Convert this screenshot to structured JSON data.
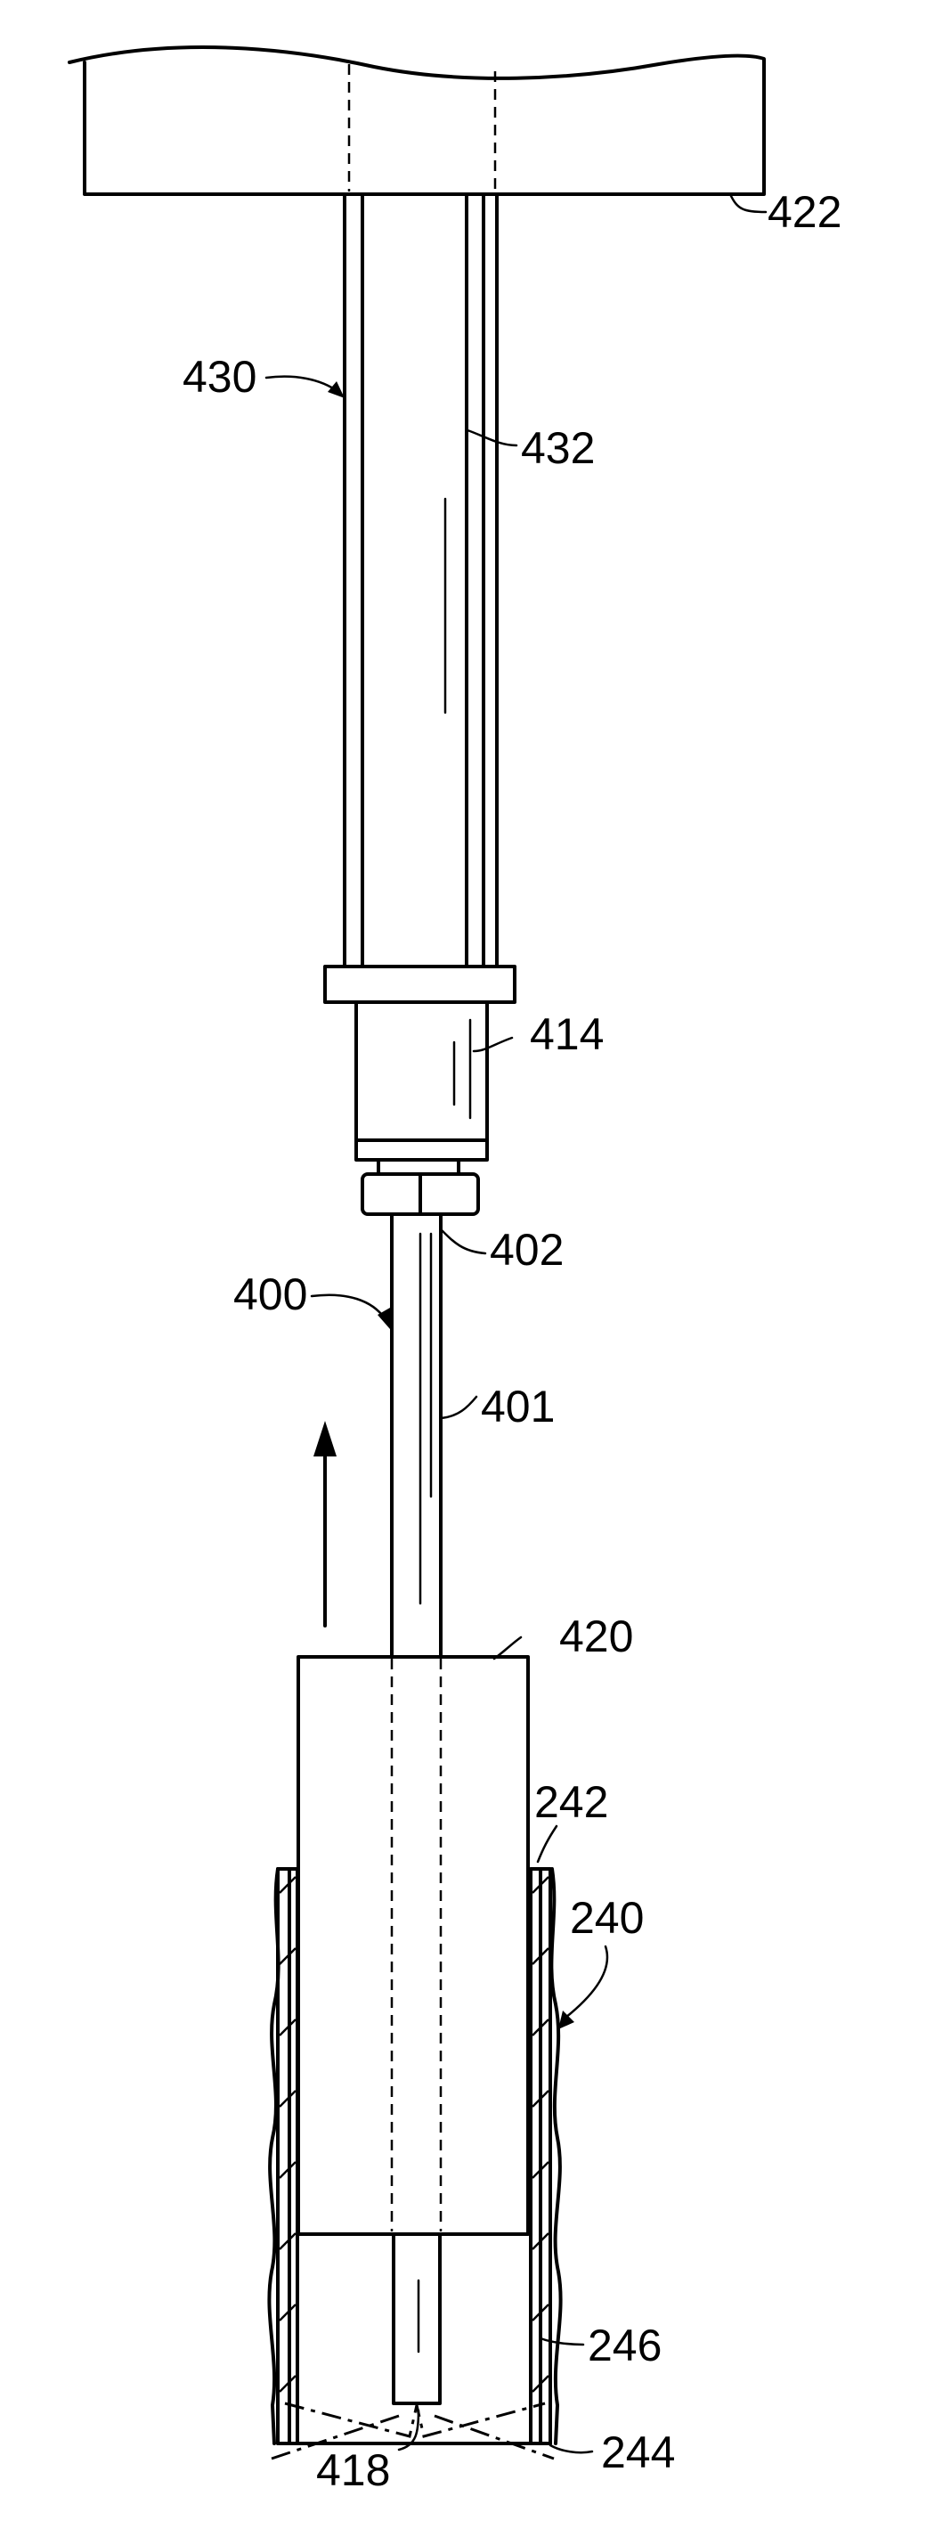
{
  "labels": {
    "l422": "422",
    "l430": "430",
    "l432": "432",
    "l414": "414",
    "l402": "402",
    "l400": "400",
    "l401": "401",
    "l420": "420",
    "l242": "242",
    "l240": "240",
    "l246": "246",
    "l244": "244",
    "l418": "418"
  }
}
